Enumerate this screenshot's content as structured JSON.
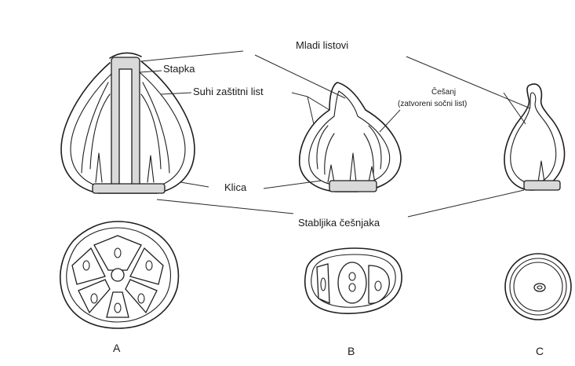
{
  "labels": {
    "mladi_listovi": "Mladi listovi",
    "stapka": "Stapka",
    "suhi_zastitni_list": "Suhi zaštitni list",
    "cesanj_title": "Češanj",
    "cesanj_subtitle": "(zatvoreni sočni list)",
    "klica": "Klica",
    "stabljika": "Stabljika češnjaka"
  },
  "panels": {
    "a": "A",
    "b": "B",
    "c": "C"
  }
}
